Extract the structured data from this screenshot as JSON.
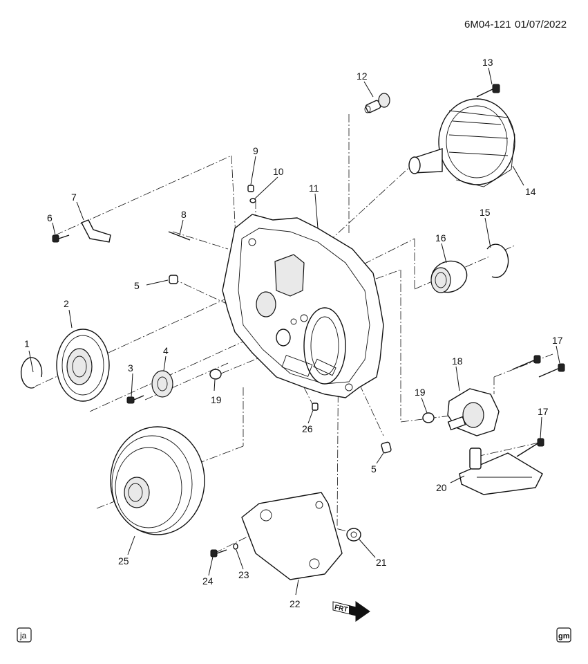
{
  "header": {
    "code": "6M04-121",
    "date": "01/07/2022"
  },
  "callouts": {
    "c1": "1",
    "c2": "2",
    "c3": "3",
    "c4": "4",
    "c5a": "5",
    "c5b": "5",
    "c6": "6",
    "c7": "7",
    "c8": "8",
    "c9": "9",
    "c10": "10",
    "c11": "11",
    "c12": "12",
    "c13": "13",
    "c14": "14",
    "c15": "15",
    "c16": "16",
    "c17a": "17",
    "c17b": "17",
    "c18": "18",
    "c19a": "19",
    "c19b": "19",
    "c20": "20",
    "c21": "21",
    "c22": "22",
    "c23": "23",
    "c24": "24",
    "c25": "25",
    "c26": "26"
  },
  "direction_arrow": {
    "label": "FRT"
  },
  "footer": {
    "left_badge": "ja",
    "right_badge": "gm"
  }
}
